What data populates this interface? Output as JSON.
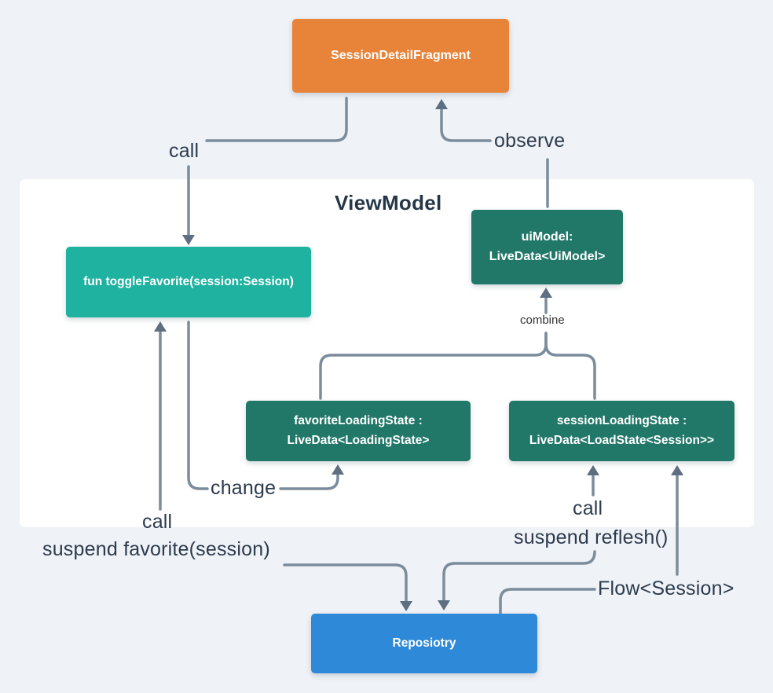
{
  "diagram": {
    "container_title": "ViewModel",
    "nodes": {
      "fragment": {
        "label": "SessionDetailFragment"
      },
      "toggle_favorite": {
        "label": "fun toggleFavorite(session:Session)"
      },
      "ui_model": {
        "line1": "uiModel:",
        "line2": "LiveData<UiModel>"
      },
      "favorite_loading_state": {
        "line1": "favoriteLoadingState :",
        "line2": "LiveData<LoadingState>"
      },
      "session_loading_state": {
        "line1": "sessionLoadingState :",
        "line2": "LiveData<LoadState<Session>>"
      },
      "repository": {
        "label": "Reposiotry"
      }
    },
    "edge_labels": {
      "call_fragment": "call",
      "observe": "observe",
      "combine": "combine",
      "change": "change",
      "call_favorite": "call",
      "suspend_favorite": "suspend favorite(session)",
      "call_refresh": "call",
      "suspend_refresh": "suspend reflesh()",
      "flow_session": "Flow<Session>"
    },
    "colors": {
      "background": "#EFF2F6",
      "panel": "#FFFFFF",
      "fragment_box": "#E8843A",
      "function_box": "#1FB2A0",
      "livedata_box": "#217868",
      "repository_box": "#2E8AD8",
      "connector": "#7B8C9C",
      "arrowhead": "#5D6F80",
      "label_text": "#2C3B4E"
    }
  }
}
